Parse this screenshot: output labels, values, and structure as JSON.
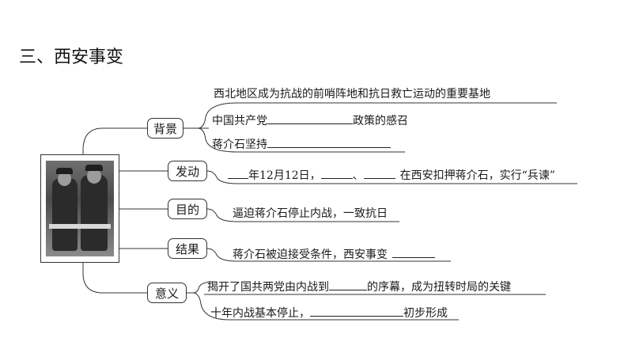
{
  "section_title": "三、西安事变",
  "nodes": {
    "background": {
      "label": "背景",
      "items": [
        "西北地区成为抗战的前哨阵地和抗日救亡运动的重要基地",
        [
          "中国共产党",
          "政策的感召"
        ],
        [
          "蒋介石坚持",
          ""
        ]
      ]
    },
    "occurrence": {
      "label": "发动",
      "items": [
        [
          "",
          "年12月12日，",
          "、",
          "在西安扣押蒋介石，实行“兵谏”"
        ]
      ]
    },
    "purpose": {
      "label": "目的",
      "items": [
        "逼迫蒋介石停止内战，一致抗日"
      ]
    },
    "result": {
      "label": "结果",
      "items": [
        [
          "蒋介石被迫接受条件，西安事变",
          ""
        ]
      ]
    },
    "significance": {
      "label": "意义",
      "items": [
        [
          "揭开了国共两党由内战到",
          "的序幕，成为扭转时局的关键"
        ],
        [
          "十年内战基本停止，",
          "初步形成"
        ]
      ]
    }
  }
}
